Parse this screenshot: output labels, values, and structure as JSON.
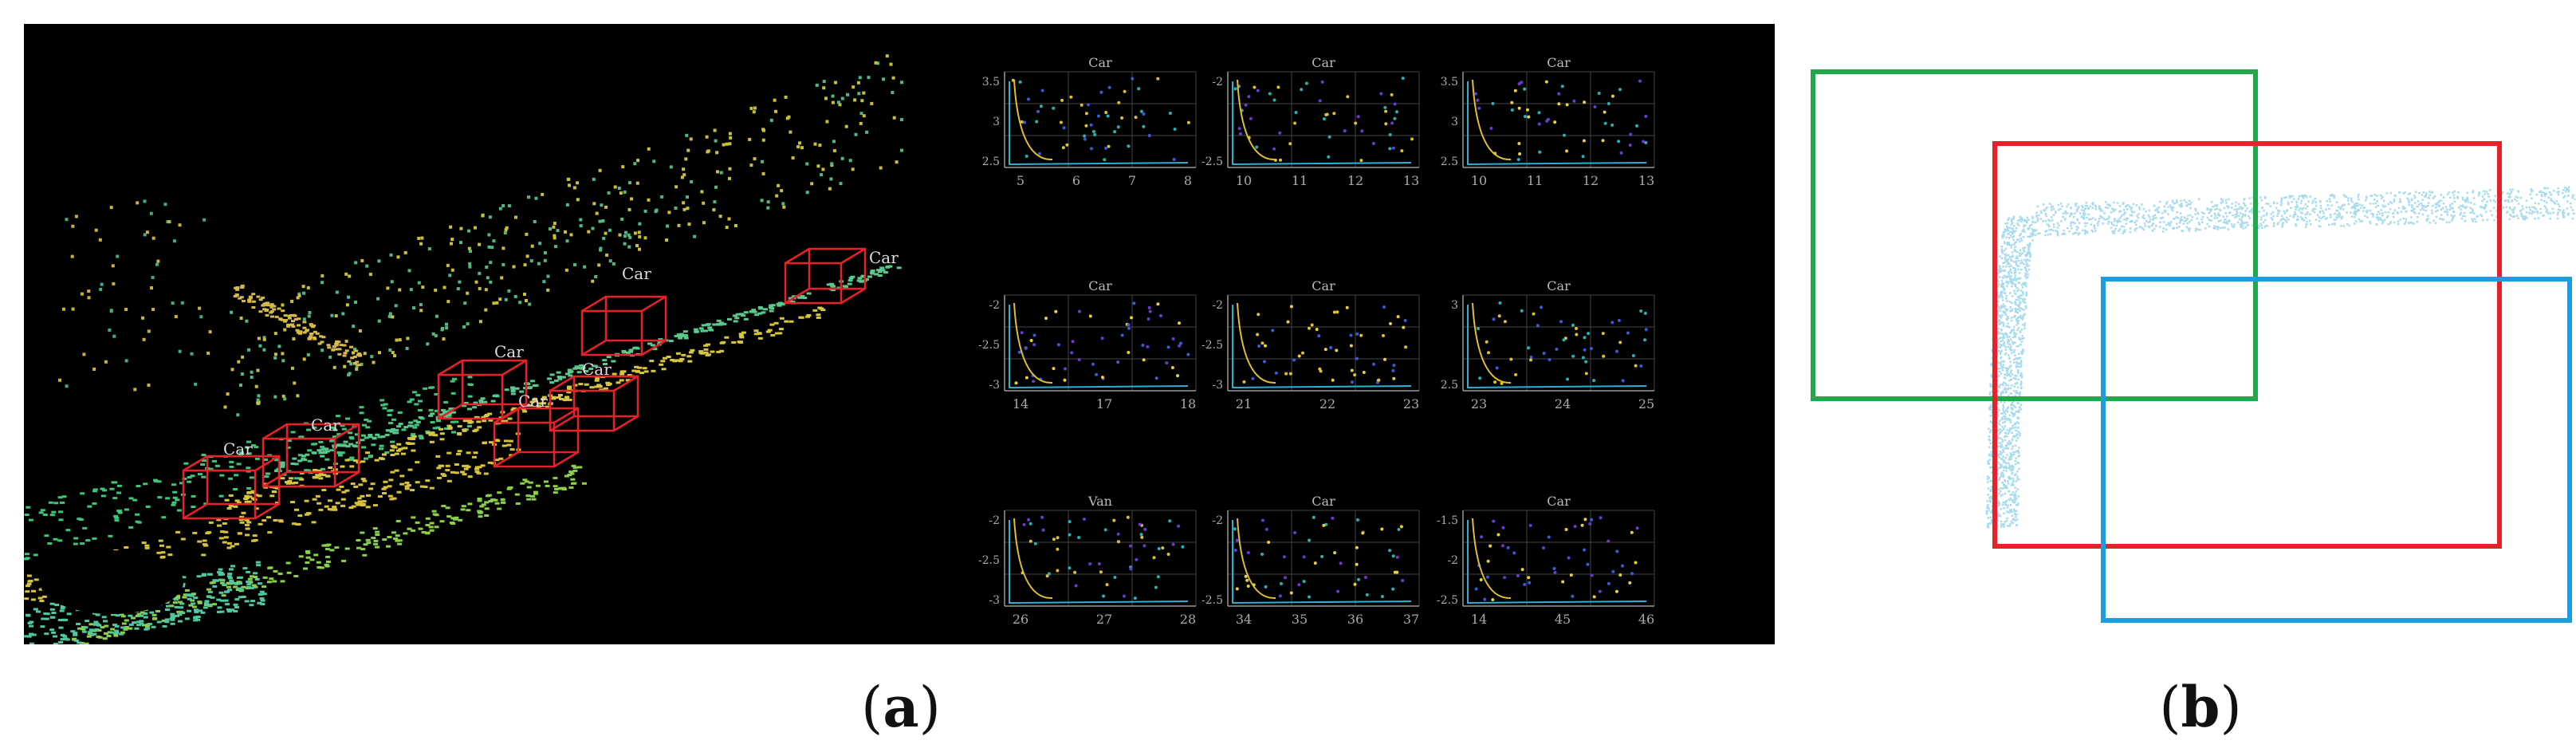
{
  "captions": {
    "a": "a",
    "b": "b"
  },
  "scene": {
    "box_labels": [
      "Car",
      "Car",
      "Car",
      "Car",
      "Car",
      "Car",
      "Car"
    ]
  },
  "subplots": [
    {
      "title": "Car",
      "yticks": [
        "3.5",
        "3",
        "2.5"
      ],
      "xticks": [
        "5",
        "6",
        "7",
        "8"
      ]
    },
    {
      "title": "Car",
      "yticks": [
        "-2",
        "-2.5"
      ],
      "xticks": [
        "10",
        "11",
        "12",
        "13"
      ]
    },
    {
      "title": "Car",
      "yticks": [
        "3.5",
        "3",
        "2.5"
      ],
      "xticks": [
        "10",
        "11",
        "12",
        "13"
      ]
    },
    {
      "title": "Car",
      "yticks": [
        "-2",
        "-2.5",
        "-3"
      ],
      "xticks": [
        "14",
        "17",
        "18"
      ]
    },
    {
      "title": "Car",
      "yticks": [
        "-2",
        "-2.5",
        "-3"
      ],
      "xticks": [
        "21",
        "22",
        "23"
      ]
    },
    {
      "title": "Car",
      "yticks": [
        "3",
        "2.5"
      ],
      "xticks": [
        "23",
        "24",
        "25"
      ]
    },
    {
      "title": "Van",
      "yticks": [
        "-2",
        "-2.5",
        "-3"
      ],
      "xticks": [
        "26",
        "27",
        "28"
      ]
    },
    {
      "title": "Car",
      "yticks": [
        "-2",
        "-2.5"
      ],
      "xticks": [
        "34",
        "35",
        "36",
        "37"
      ]
    },
    {
      "title": "Car",
      "yticks": [
        "-1.5",
        "-2",
        "-2.5"
      ],
      "xticks": [
        "14",
        "45",
        "46"
      ]
    }
  ],
  "colors": {
    "box_red": "#e8202a",
    "box_green": "#20a84a",
    "box_blue": "#1a9ee0",
    "cloud_light_blue": "#a8dcec"
  }
}
